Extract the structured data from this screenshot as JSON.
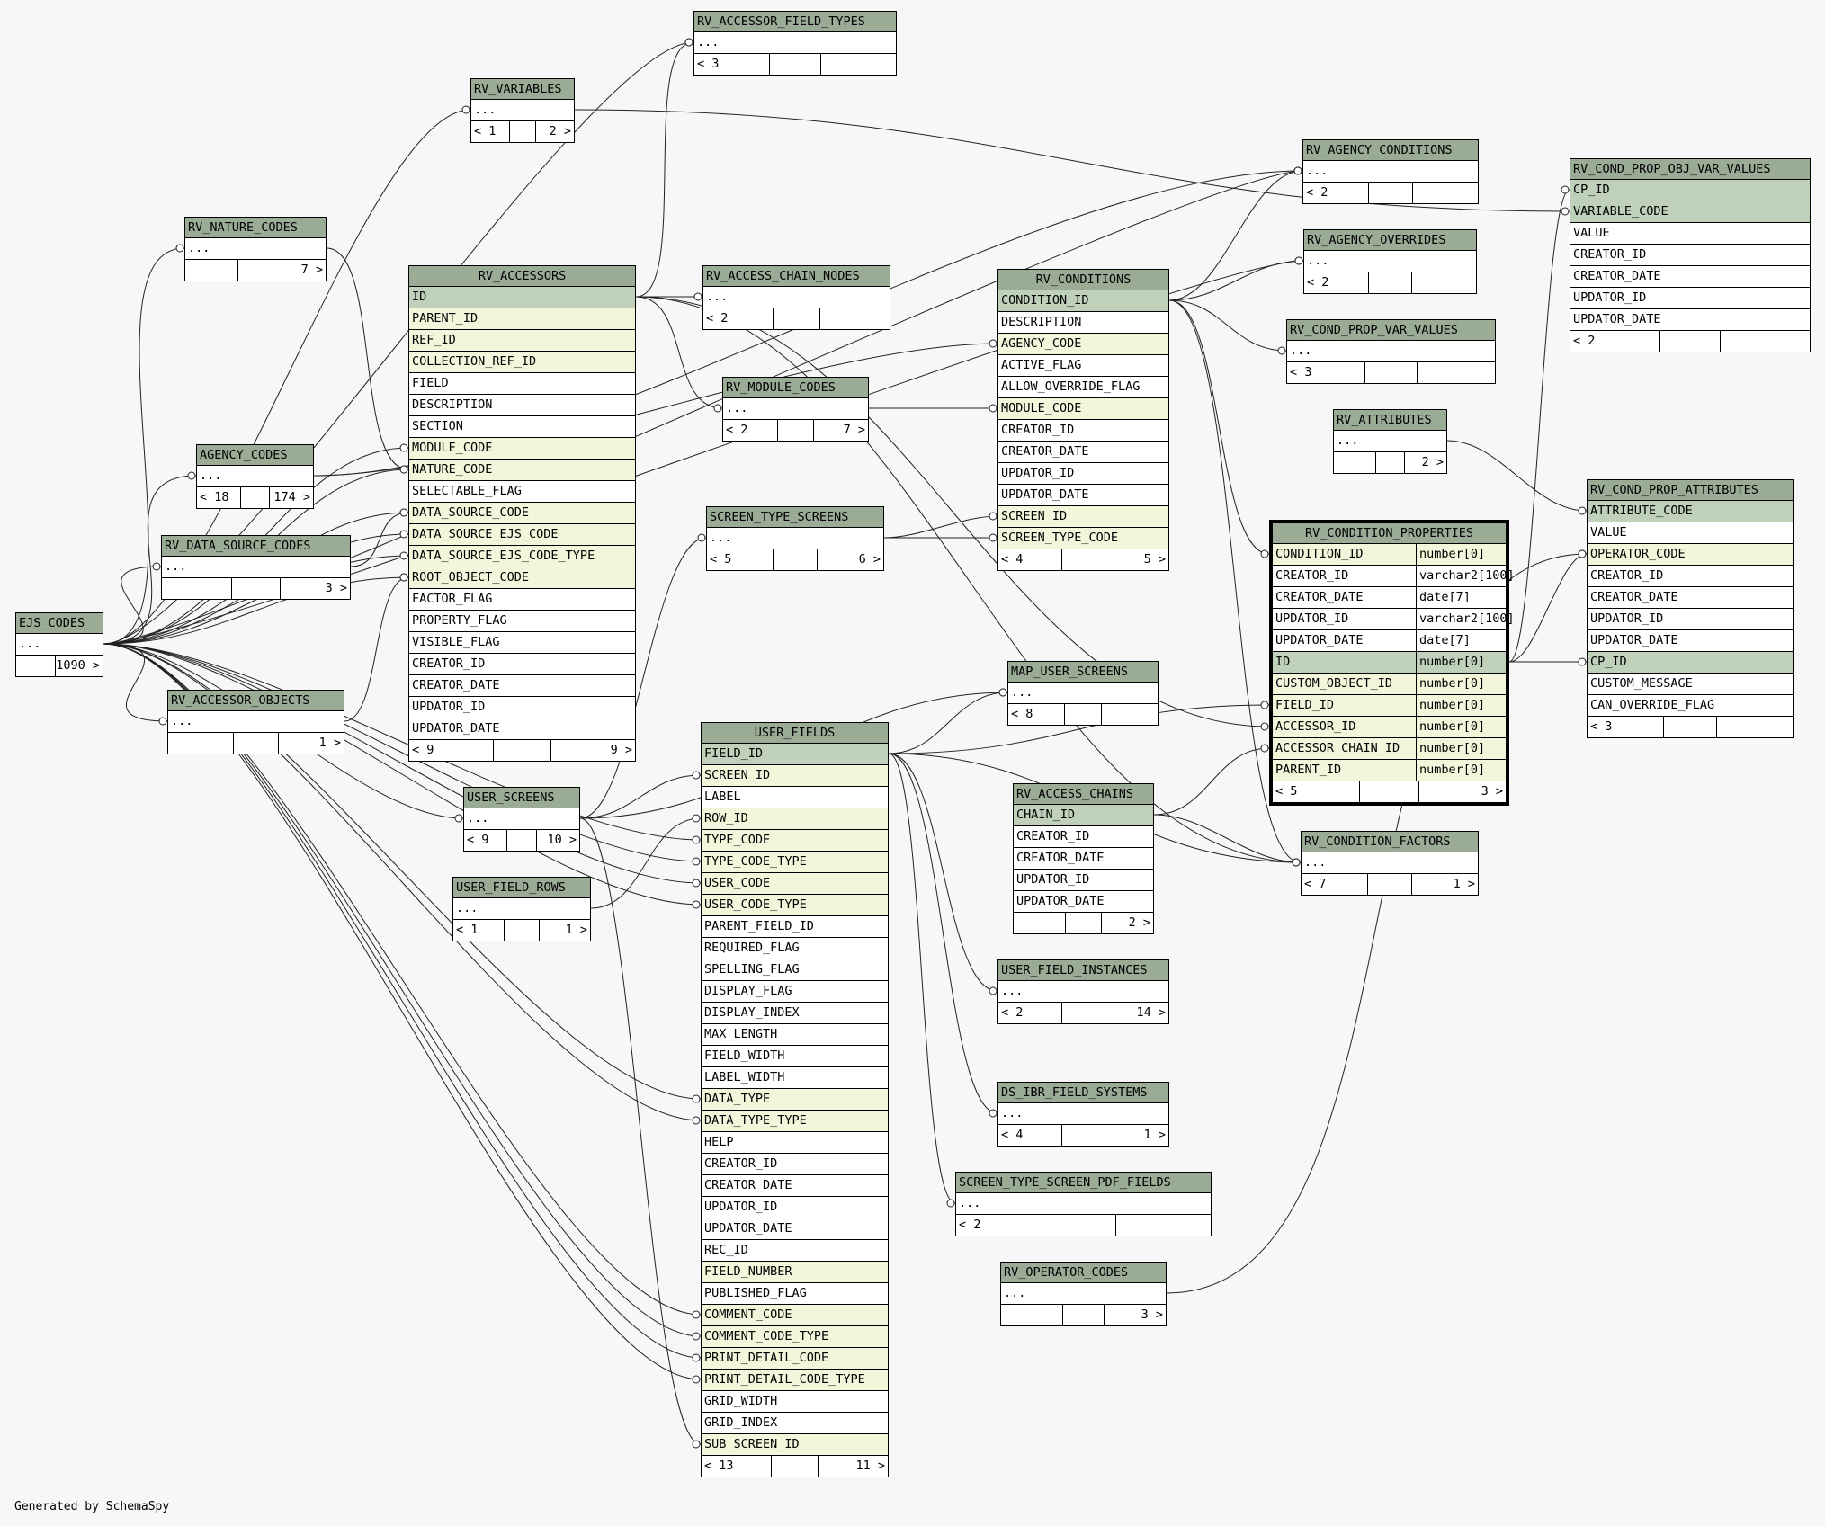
{
  "tables": [
    {
      "id": "rv_accessor_field_types",
      "name": "RV_ACCESSOR_FIELD_TYPES",
      "rows": [
        {
          "n": "...",
          "k": "pl"
        }
      ],
      "footer": [
        "< 3",
        "",
        ""
      ]
    },
    {
      "id": "rv_variables",
      "name": "RV_VARIABLES",
      "rows": [
        {
          "n": "...",
          "k": "pl"
        }
      ],
      "footer": [
        "< 1",
        "",
        "2 >"
      ]
    },
    {
      "id": "rv_agency_conditions",
      "name": "RV_AGENCY_CONDITIONS",
      "rows": [
        {
          "n": "...",
          "k": "pl"
        }
      ],
      "footer": [
        "< 2",
        "",
        ""
      ]
    },
    {
      "id": "rv_cond_prop_obj_var_values",
      "name": "RV_COND_PROP_OBJ_VAR_VALUES",
      "rows": [
        {
          "n": "CP_ID",
          "k": "pk"
        },
        {
          "n": "VARIABLE_CODE",
          "k": "pk"
        },
        {
          "n": "VALUE",
          "k": "pl"
        },
        {
          "n": "CREATOR_ID",
          "k": "pl"
        },
        {
          "n": "CREATOR_DATE",
          "k": "pl"
        },
        {
          "n": "UPDATOR_ID",
          "k": "pl"
        },
        {
          "n": "UPDATOR_DATE",
          "k": "pl"
        }
      ],
      "footer": [
        "< 2",
        "",
        ""
      ]
    },
    {
      "id": "rv_nature_codes",
      "name": "RV_NATURE_CODES",
      "rows": [
        {
          "n": "...",
          "k": "pl"
        }
      ],
      "footer": [
        "",
        "",
        "7 >"
      ]
    },
    {
      "id": "rv_agency_overrides",
      "name": "RV_AGENCY_OVERRIDES",
      "rows": [
        {
          "n": "...",
          "k": "pl"
        }
      ],
      "footer": [
        "< 2",
        "",
        ""
      ]
    },
    {
      "id": "rv_accessors",
      "name": "RV_ACCESSORS",
      "center": true,
      "rows": [
        {
          "n": "ID",
          "k": "pk"
        },
        {
          "n": "PARENT_ID",
          "k": "fk"
        },
        {
          "n": "REF_ID",
          "k": "fk"
        },
        {
          "n": "COLLECTION_REF_ID",
          "k": "fk"
        },
        {
          "n": "FIELD",
          "k": "pl"
        },
        {
          "n": "DESCRIPTION",
          "k": "pl"
        },
        {
          "n": "SECTION",
          "k": "pl"
        },
        {
          "n": "MODULE_CODE",
          "k": "fk"
        },
        {
          "n": "NATURE_CODE",
          "k": "fk"
        },
        {
          "n": "SELECTABLE_FLAG",
          "k": "pl"
        },
        {
          "n": "DATA_SOURCE_CODE",
          "k": "fk"
        },
        {
          "n": "DATA_SOURCE_EJS_CODE",
          "k": "fk"
        },
        {
          "n": "DATA_SOURCE_EJS_CODE_TYPE",
          "k": "fk"
        },
        {
          "n": "ROOT_OBJECT_CODE",
          "k": "fk"
        },
        {
          "n": "FACTOR_FLAG",
          "k": "pl"
        },
        {
          "n": "PROPERTY_FLAG",
          "k": "pl"
        },
        {
          "n": "VISIBLE_FLAG",
          "k": "pl"
        },
        {
          "n": "CREATOR_ID",
          "k": "pl"
        },
        {
          "n": "CREATOR_DATE",
          "k": "pl"
        },
        {
          "n": "UPDATOR_ID",
          "k": "pl"
        },
        {
          "n": "UPDATOR_DATE",
          "k": "pl"
        }
      ],
      "footer": [
        "< 9",
        "",
        "9 >"
      ]
    },
    {
      "id": "rv_access_chain_nodes",
      "name": "RV_ACCESS_CHAIN_NODES",
      "rows": [
        {
          "n": "...",
          "k": "pl"
        }
      ],
      "footer": [
        "< 2",
        "",
        ""
      ]
    },
    {
      "id": "rv_conditions",
      "name": "RV_CONDITIONS",
      "center": true,
      "rows": [
        {
          "n": "CONDITION_ID",
          "k": "pk"
        },
        {
          "n": "DESCRIPTION",
          "k": "pl"
        },
        {
          "n": "AGENCY_CODE",
          "k": "fk"
        },
        {
          "n": "ACTIVE_FLAG",
          "k": "pl"
        },
        {
          "n": "ALLOW_OVERRIDE_FLAG",
          "k": "pl"
        },
        {
          "n": "MODULE_CODE",
          "k": "fk"
        },
        {
          "n": "CREATOR_ID",
          "k": "pl"
        },
        {
          "n": "CREATOR_DATE",
          "k": "pl"
        },
        {
          "n": "UPDATOR_ID",
          "k": "pl"
        },
        {
          "n": "UPDATOR_DATE",
          "k": "pl"
        },
        {
          "n": "SCREEN_ID",
          "k": "fk"
        },
        {
          "n": "SCREEN_TYPE_CODE",
          "k": "fk"
        }
      ],
      "footer": [
        "< 4",
        "",
        "5 >"
      ]
    },
    {
      "id": "rv_cond_prop_var_values",
      "name": "RV_COND_PROP_VAR_VALUES",
      "rows": [
        {
          "n": "...",
          "k": "pl"
        }
      ],
      "footer": [
        "< 3",
        "",
        ""
      ]
    },
    {
      "id": "rv_module_codes",
      "name": "RV_MODULE_CODES",
      "rows": [
        {
          "n": "...",
          "k": "pl"
        }
      ],
      "footer": [
        "< 2",
        "",
        "7 >"
      ]
    },
    {
      "id": "rv_attributes",
      "name": "RV_ATTRIBUTES",
      "rows": [
        {
          "n": "...",
          "k": "pl"
        }
      ],
      "footer": [
        "",
        "",
        "2 >"
      ]
    },
    {
      "id": "agency_codes",
      "name": "AGENCY_CODES",
      "rows": [
        {
          "n": "...",
          "k": "pl"
        }
      ],
      "footer": [
        "< 18",
        "",
        "174 >"
      ]
    },
    {
      "id": "rv_cond_prop_attributes",
      "name": "RV_COND_PROP_ATTRIBUTES",
      "rows": [
        {
          "n": "ATTRIBUTE_CODE",
          "k": "pk"
        },
        {
          "n": "VALUE",
          "k": "pl"
        },
        {
          "n": "OPERATOR_CODE",
          "k": "fk"
        },
        {
          "n": "CREATOR_ID",
          "k": "pl"
        },
        {
          "n": "CREATOR_DATE",
          "k": "pl"
        },
        {
          "n": "UPDATOR_ID",
          "k": "pl"
        },
        {
          "n": "UPDATOR_DATE",
          "k": "pl"
        },
        {
          "n": "CP_ID",
          "k": "pk"
        },
        {
          "n": "CUSTOM_MESSAGE",
          "k": "pl"
        },
        {
          "n": "CAN_OVERRIDE_FLAG",
          "k": "pl"
        }
      ],
      "footer": [
        "< 3",
        "",
        ""
      ]
    },
    {
      "id": "screen_type_screens",
      "name": "SCREEN_TYPE_SCREENS",
      "rows": [
        {
          "n": "...",
          "k": "pl"
        }
      ],
      "footer": [
        "< 5",
        "",
        "6 >"
      ]
    },
    {
      "id": "rv_condition_properties",
      "name": "RV_CONDITION_PROPERTIES",
      "center": true,
      "focus": true,
      "rows": [
        {
          "n": "CONDITION_ID",
          "t": "number[0]",
          "k": "fk"
        },
        {
          "n": "CREATOR_ID",
          "t": "varchar2[100]",
          "k": "pl"
        },
        {
          "n": "CREATOR_DATE",
          "t": "date[7]",
          "k": "pl"
        },
        {
          "n": "UPDATOR_ID",
          "t": "varchar2[100]",
          "k": "pl"
        },
        {
          "n": "UPDATOR_DATE",
          "t": "date[7]",
          "k": "pl"
        },
        {
          "n": "ID",
          "t": "number[0]",
          "k": "pk"
        },
        {
          "n": "CUSTOM_OBJECT_ID",
          "t": "number[0]",
          "k": "fk"
        },
        {
          "n": "FIELD_ID",
          "t": "number[0]",
          "k": "fk"
        },
        {
          "n": "ACCESSOR_ID",
          "t": "number[0]",
          "k": "fk"
        },
        {
          "n": "ACCESSOR_CHAIN_ID",
          "t": "number[0]",
          "k": "fk"
        },
        {
          "n": "PARENT_ID",
          "t": "number[0]",
          "k": "fk"
        }
      ],
      "footer": [
        "< 5",
        "",
        "3 >"
      ]
    },
    {
      "id": "rv_data_source_codes",
      "name": "RV_DATA_SOURCE_CODES",
      "rows": [
        {
          "n": "...",
          "k": "pl"
        }
      ],
      "footer": [
        "",
        "",
        "3 >"
      ]
    },
    {
      "id": "ejs_codes",
      "name": "EJS_CODES",
      "rows": [
        {
          "n": "...",
          "k": "pl"
        }
      ],
      "footer": [
        "",
        "",
        "1090 >"
      ]
    },
    {
      "id": "map_user_screens",
      "name": "MAP_USER_SCREENS",
      "rows": [
        {
          "n": "...",
          "k": "pl"
        }
      ],
      "footer": [
        "< 8",
        "",
        ""
      ]
    },
    {
      "id": "rv_accessor_objects",
      "name": "RV_ACCESSOR_OBJECTS",
      "rows": [
        {
          "n": "...",
          "k": "pl"
        }
      ],
      "footer": [
        "",
        "",
        "1 >"
      ]
    },
    {
      "id": "user_fields",
      "name": "USER_FIELDS",
      "center": true,
      "rows": [
        {
          "n": "FIELD_ID",
          "k": "pk"
        },
        {
          "n": "SCREEN_ID",
          "k": "fk"
        },
        {
          "n": "LABEL",
          "k": "pl"
        },
        {
          "n": "ROW_ID",
          "k": "fk"
        },
        {
          "n": "TYPE_CODE",
          "k": "fk"
        },
        {
          "n": "TYPE_CODE_TYPE",
          "k": "fk"
        },
        {
          "n": "USER_CODE",
          "k": "fk"
        },
        {
          "n": "USER_CODE_TYPE",
          "k": "fk"
        },
        {
          "n": "PARENT_FIELD_ID",
          "k": "pl"
        },
        {
          "n": "REQUIRED_FLAG",
          "k": "pl"
        },
        {
          "n": "SPELLING_FLAG",
          "k": "pl"
        },
        {
          "n": "DISPLAY_FLAG",
          "k": "pl"
        },
        {
          "n": "DISPLAY_INDEX",
          "k": "pl"
        },
        {
          "n": "MAX_LENGTH",
          "k": "pl"
        },
        {
          "n": "FIELD_WIDTH",
          "k": "pl"
        },
        {
          "n": "LABEL_WIDTH",
          "k": "pl"
        },
        {
          "n": "DATA_TYPE",
          "k": "fk"
        },
        {
          "n": "DATA_TYPE_TYPE",
          "k": "fk"
        },
        {
          "n": "HELP",
          "k": "pl"
        },
        {
          "n": "CREATOR_ID",
          "k": "pl"
        },
        {
          "n": "CREATOR_DATE",
          "k": "pl"
        },
        {
          "n": "UPDATOR_ID",
          "k": "pl"
        },
        {
          "n": "UPDATOR_DATE",
          "k": "pl"
        },
        {
          "n": "REC_ID",
          "k": "pl"
        },
        {
          "n": "FIELD_NUMBER",
          "k": "fk"
        },
        {
          "n": "PUBLISHED_FLAG",
          "k": "pl"
        },
        {
          "n": "COMMENT_CODE",
          "k": "fk"
        },
        {
          "n": "COMMENT_CODE_TYPE",
          "k": "fk"
        },
        {
          "n": "PRINT_DETAIL_CODE",
          "k": "fk"
        },
        {
          "n": "PRINT_DETAIL_CODE_TYPE",
          "k": "fk"
        },
        {
          "n": "GRID_WIDTH",
          "k": "pl"
        },
        {
          "n": "GRID_INDEX",
          "k": "pl"
        },
        {
          "n": "SUB_SCREEN_ID",
          "k": "fk"
        }
      ],
      "footer": [
        "< 13",
        "",
        "11 >"
      ]
    },
    {
      "id": "rv_access_chains",
      "name": "RV_ACCESS_CHAINS",
      "rows": [
        {
          "n": "CHAIN_ID",
          "k": "pk"
        },
        {
          "n": "CREATOR_ID",
          "k": "pl"
        },
        {
          "n": "CREATOR_DATE",
          "k": "pl"
        },
        {
          "n": "UPDATOR_ID",
          "k": "pl"
        },
        {
          "n": "UPDATOR_DATE",
          "k": "pl"
        }
      ],
      "footer": [
        "",
        "",
        "2 >"
      ]
    },
    {
      "id": "user_screens",
      "name": "USER_SCREENS",
      "rows": [
        {
          "n": "...",
          "k": "pl"
        }
      ],
      "footer": [
        "< 9",
        "",
        "10 >"
      ]
    },
    {
      "id": "rv_condition_factors",
      "name": "RV_CONDITION_FACTORS",
      "rows": [
        {
          "n": "...",
          "k": "pl"
        }
      ],
      "footer": [
        "< 7",
        "",
        "1 >"
      ]
    },
    {
      "id": "user_field_rows",
      "name": "USER_FIELD_ROWS",
      "rows": [
        {
          "n": "...",
          "k": "pl"
        }
      ],
      "footer": [
        "< 1",
        "",
        "1 >"
      ]
    },
    {
      "id": "user_field_instances",
      "name": "USER_FIELD_INSTANCES",
      "rows": [
        {
          "n": "...",
          "k": "pl"
        }
      ],
      "footer": [
        "< 2",
        "",
        "14 >"
      ]
    },
    {
      "id": "ds_ibr_field_systems",
      "name": "DS_IBR_FIELD_SYSTEMS",
      "rows": [
        {
          "n": "...",
          "k": "pl"
        }
      ],
      "footer": [
        "< 4",
        "",
        "1 >"
      ]
    },
    {
      "id": "screen_type_screen_pdf_fields",
      "name": "SCREEN_TYPE_SCREEN_PDF_FIELDS",
      "rows": [
        {
          "n": "...",
          "k": "pl"
        }
      ],
      "footer": [
        "< 2",
        "",
        ""
      ]
    },
    {
      "id": "rv_operator_codes",
      "name": "RV_OPERATOR_CODES",
      "rows": [
        {
          "n": "...",
          "k": "pl"
        }
      ],
      "footer": [
        "",
        "",
        "3 >"
      ]
    }
  ],
  "credit": "Generated by SchemaSpy"
}
